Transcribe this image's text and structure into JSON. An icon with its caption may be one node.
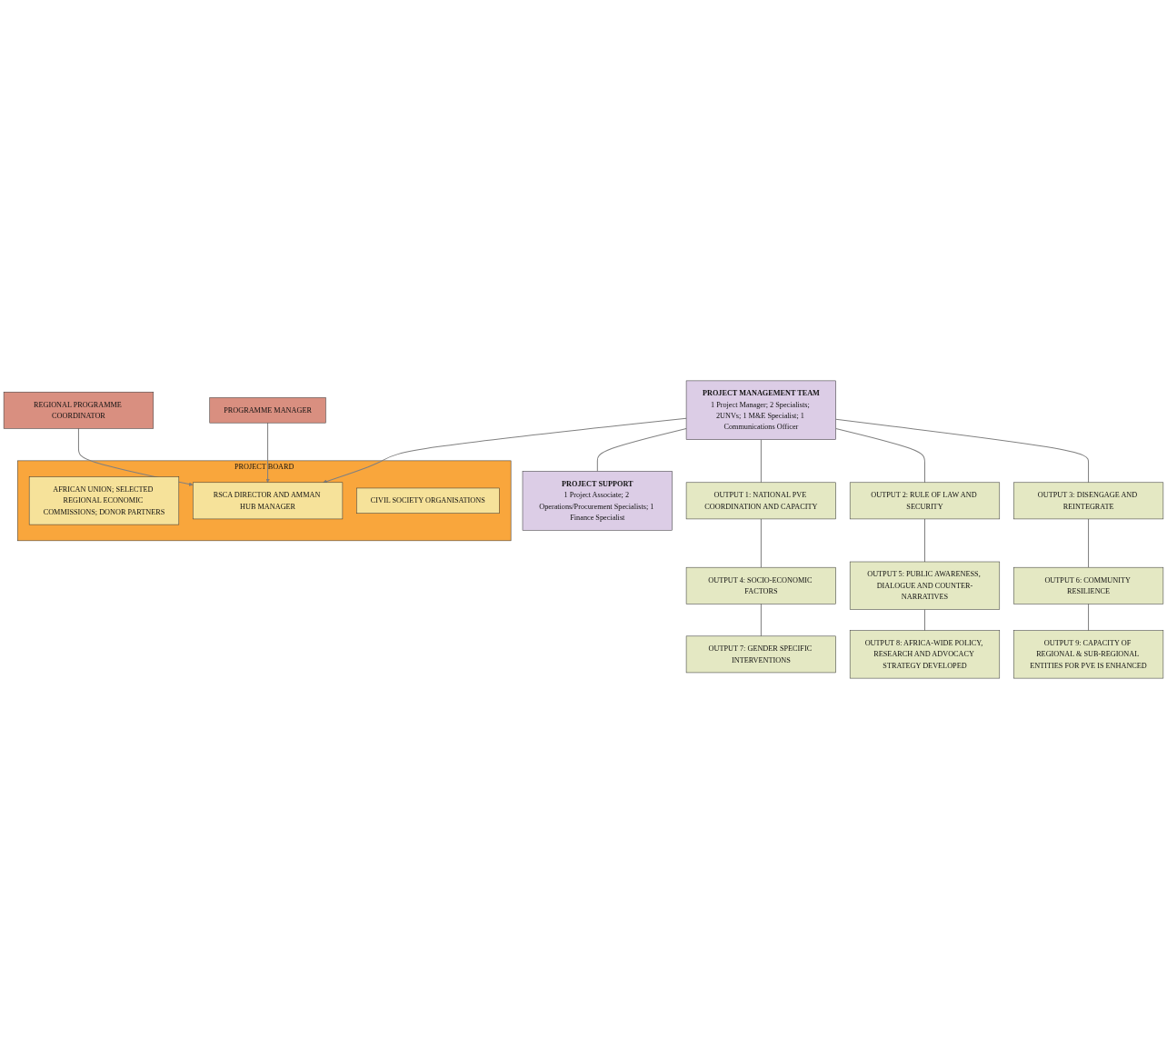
{
  "diagram": {
    "nodes": [
      {
        "text": [
          "PROJECT BOARD"
        ]
      },
      {
        "text": [
          "AFRICAN UNION; SELECTED REGIONAL ECONOMIC COMMISSIONS; DONOR PARTNERS"
        ],
        "in": 0
      },
      {
        "text": [
          "RSCA DIRECTOR AND AMMAN HUB MANAGER"
        ],
        "in": 0
      },
      {
        "text": [
          "CIVIL SOCIETY ORGANISATIONS"
        ],
        "in": 0
      },
      {
        "text": [
          "REGIONAL PROGRAMME COORDINATOR"
        ]
      },
      {
        "text": [
          "PROGRAMME MANAGER"
        ]
      },
      {
        "text": [
          "PROJECT MANAGEMENT TEAM",
          "1 Project Manager; 2 Specialists; 2UNVs; 1 M&E Specialist; 1 Communications Officer"
        ]
      },
      {
        "text": [
          "PROJECT SUPPORT",
          "1 Project Associate; 2 Operations/Procurement Specialists; 1 Finance Specialist"
        ]
      },
      {
        "text": [
          "OUTPUT 1: NATIONAL PVE COORDINATION AND CAPACITY"
        ]
      },
      {
        "text": [
          "OUTPUT 2: RULE OF LAW AND SECURITY"
        ]
      },
      {
        "text": [
          "OUTPUT 3: DISENGAGE AND REINTEGRATE"
        ]
      },
      {
        "text": [
          "OUTPUT 4: SOCIO-ECONOMIC FACTORS"
        ]
      },
      {
        "text": [
          "OUTPUT 5: PUBLIC AWARENESS, DIALOGUE AND COUNTER-NARRATIVES"
        ]
      },
      {
        "text": [
          "OUTPUT 6: COMMUNITY RESILIENCE"
        ]
      },
      {
        "text": [
          "OUTPUT 7: GENDER SPECIFIC INTERVENTIONS"
        ]
      },
      {
        "text": [
          "OUTPUT 8: AFRICA-WIDE POLICY, RESEARCH AND ADVOCACY STRATEGY DEVELOPED"
        ]
      },
      {
        "text": [
          "OUTPUT 9: CAPACITY OF REGIONAL & SUB-REGIONAL ENTITIES FOR PVE IS ENHANCED"
        ]
      }
    ],
    "edges": [
      {
        "from": 6,
        "to": 2,
        "arrow": "to"
      },
      {
        "from": 4,
        "to": 2,
        "arrow": "to"
      },
      {
        "from": 5,
        "to": 2,
        "arrow": "to"
      },
      {
        "from": 6,
        "to": 7,
        "arrow": "none"
      },
      {
        "from": 6,
        "to": 8,
        "arrow": "none"
      },
      {
        "from": 6,
        "to": 9,
        "arrow": "none"
      },
      {
        "from": 6,
        "to": 10,
        "arrow": "none"
      },
      {
        "from": 8,
        "to": 11,
        "arrow": "none"
      },
      {
        "from": 11,
        "to": 14,
        "arrow": "none"
      },
      {
        "from": 9,
        "to": 12,
        "arrow": "none"
      },
      {
        "from": 12,
        "to": 15,
        "arrow": "none"
      },
      {
        "from": 10,
        "to": 13,
        "arrow": "none"
      },
      {
        "from": 13,
        "to": 16,
        "arrow": "none"
      }
    ]
  }
}
